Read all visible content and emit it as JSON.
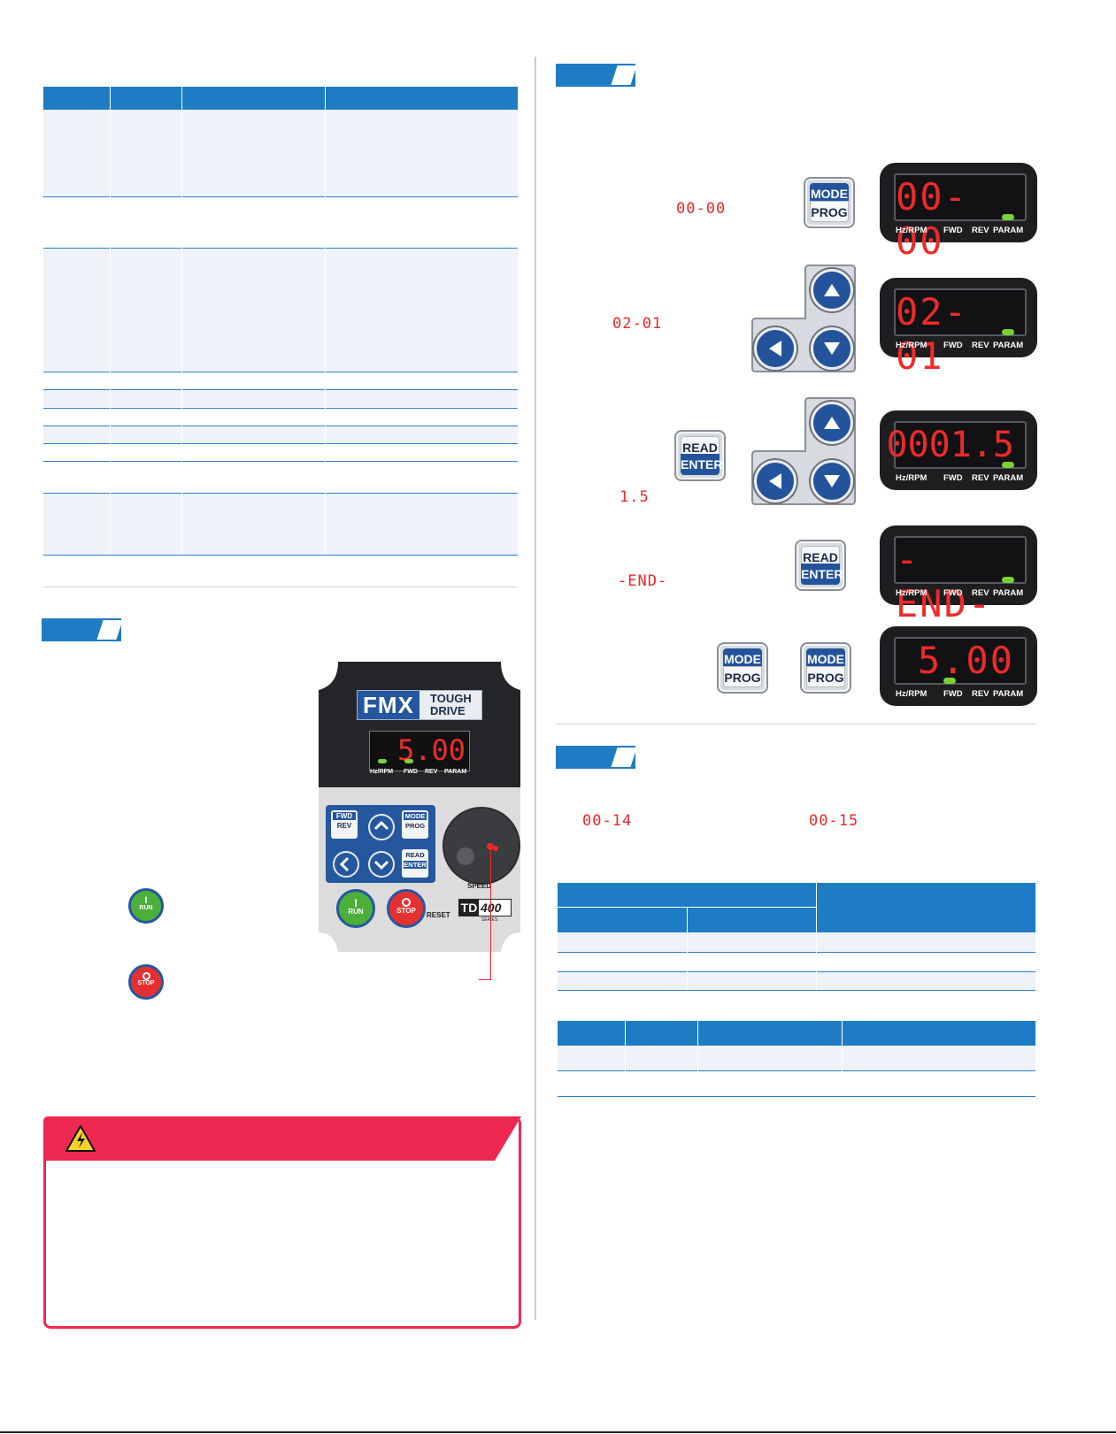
{
  "left_table": {
    "rows": 11
  },
  "display_readings": {
    "inline_1": "00-00",
    "inline_2": "02-01",
    "inline_3": "1.5",
    "inline_4": "-END-",
    "inline_5": "00-14",
    "inline_6": "00-15"
  },
  "keys": {
    "mode": "MODE",
    "prog": "PROG",
    "read": "READ",
    "enter": "ENTER",
    "fwd": "FWD",
    "rev": "REV",
    "run": "RUN",
    "stop": "STOP",
    "reset": "RESET",
    "speed": "SPEED"
  },
  "lcd_labels": {
    "hz": "Hz/RPM",
    "fwd": "FWD",
    "rev": "REV",
    "param": "PARAM"
  },
  "lcd_screens": [
    {
      "digits": "00-00",
      "led": "PARAM"
    },
    {
      "digits": "02-01",
      "led": "PARAM"
    },
    {
      "digits": "0001.5",
      "led": "PARAM"
    },
    {
      "digits": "-END-",
      "led": "PARAM"
    },
    {
      "digits": "5.00",
      "led": "FWD"
    }
  ],
  "drive": {
    "brand": "FMX",
    "brand_sub1": "TOUGH",
    "brand_sub2": "DRIVE",
    "display": "5.00",
    "model": "TD",
    "model_num": "400",
    "series": "SERIES"
  },
  "colors": {
    "accent_blue": "#1d7cc4",
    "warning_red": "#ee2850",
    "led_green": "#7bd136",
    "segment_red": "#e8282b"
  }
}
